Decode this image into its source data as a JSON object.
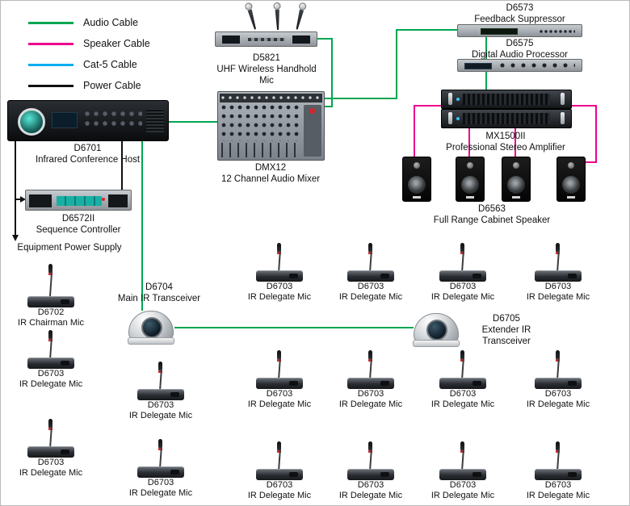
{
  "colors": {
    "audio": "#00a651",
    "speaker": "#ec008c",
    "cat5": "#00aeef",
    "power": "#111111"
  },
  "legend": {
    "items": [
      {
        "label": "Audio Cable"
      },
      {
        "label": "Speaker Cable"
      },
      {
        "label": "Cat-5 Cable"
      },
      {
        "label": "Power Cable"
      }
    ]
  },
  "devices": {
    "d5821": {
      "model": "D5821",
      "name": "UHF Wireless Handhold\nMic"
    },
    "d6573": {
      "model": "D6573",
      "name": "Feedback Suppressor"
    },
    "d6575": {
      "model": "D6575",
      "name": "Digital Audio Processor"
    },
    "d6701": {
      "model": "D6701",
      "name": "Infrared Conference Host"
    },
    "dmx12": {
      "model": "DMX12",
      "name": "12 Channel Audio Mixer"
    },
    "mx1500ii": {
      "model": "MX1500II",
      "name": "Professional Stereo Amplifier"
    },
    "d6563": {
      "model": "D6563",
      "name": "Full Range Cabinet Speaker"
    },
    "d6572ii": {
      "model": "D6572II",
      "name": "Sequence Controller"
    },
    "power_supply": {
      "name": "Equipment Power Supply"
    },
    "d6704": {
      "model": "D6704",
      "name": "Main IR Transceiver"
    },
    "d6705": {
      "model": "D6705",
      "name": "Extender IR\nTransceiver"
    },
    "d6702": {
      "model": "D6702",
      "name": "IR Chairman Mic"
    },
    "d6703": {
      "model": "D6703",
      "name": "IR Delegate Mic"
    }
  }
}
